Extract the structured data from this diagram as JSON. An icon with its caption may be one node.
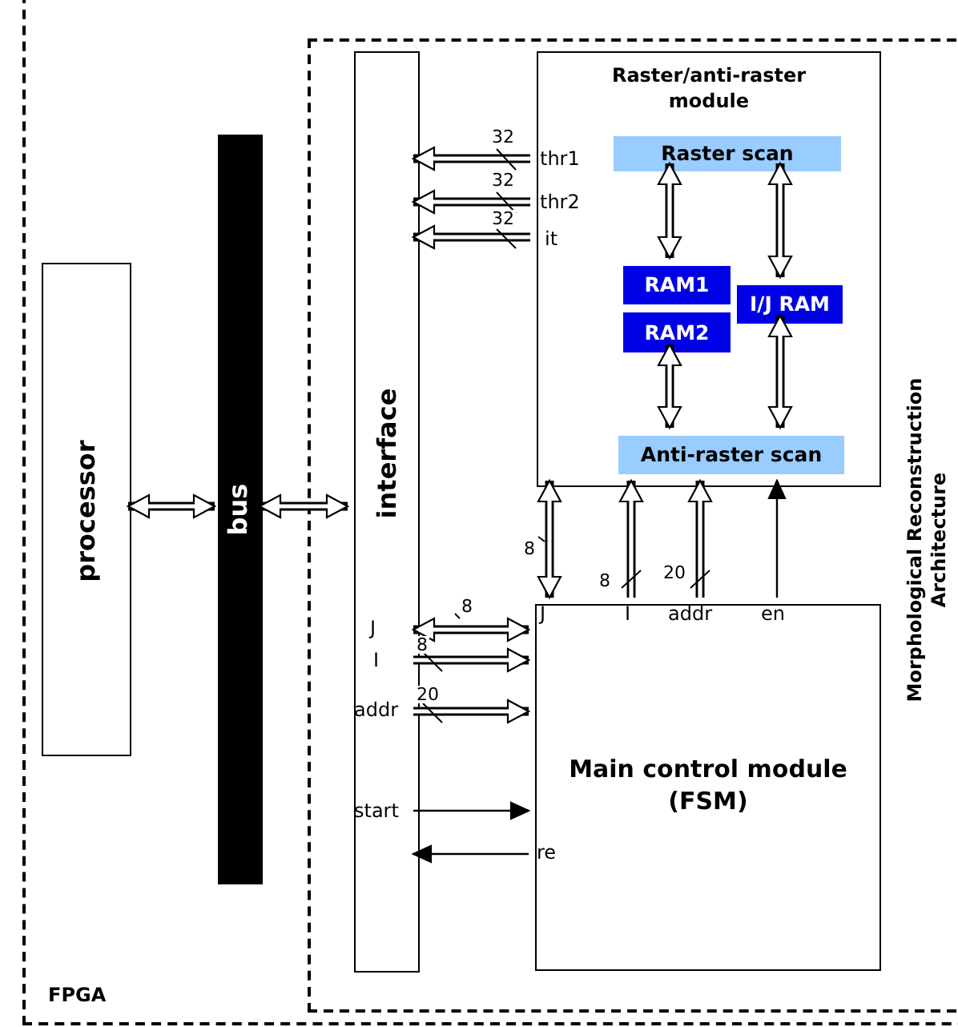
{
  "diagram": {
    "nodes": [
      {
        "text": [
          "FPGA"
        ]
      },
      {
        "text": [
          "Morphological Reconstruction Architecture"
        ],
        "in": 0
      },
      {
        "text": [
          "processor"
        ],
        "in": 0
      },
      {
        "text": [
          "bus"
        ],
        "in": 0
      },
      {
        "text": [
          "interface"
        ],
        "in": 1
      },
      {
        "text": [
          "Raster/anti-raster module"
        ],
        "in": 1
      },
      {
        "text": [
          "Raster scan"
        ],
        "in": 5
      },
      {
        "text": [
          "RAM1"
        ],
        "in": 5
      },
      {
        "text": [
          "RAM2"
        ],
        "in": 5
      },
      {
        "text": [
          "I/J RAM"
        ],
        "in": 5
      },
      {
        "text": [
          "Anti-raster scan"
        ],
        "in": 5
      },
      {
        "text": [
          "Main control module (FSM)"
        ],
        "in": 1
      }
    ],
    "edges": [
      {
        "from": 2,
        "to": 3,
        "arrow": "both"
      },
      {
        "from": 3,
        "to": 4,
        "arrow": "both"
      },
      {
        "from": 5,
        "to": 4,
        "arrow": "to",
        "label": "32"
      },
      {
        "from": 5,
        "to": 4,
        "arrow": "to",
        "label": "32"
      },
      {
        "from": 5,
        "to": 4,
        "arrow": "to",
        "label": "32"
      },
      {
        "from": 6,
        "to": 7,
        "arrow": "both"
      },
      {
        "from": 6,
        "to": 9,
        "arrow": "both"
      },
      {
        "from": 8,
        "to": 10,
        "arrow": "both"
      },
      {
        "from": 9,
        "to": 10,
        "arrow": "both"
      },
      {
        "from": 11,
        "to": 5,
        "arrow": "both",
        "label": "8"
      },
      {
        "from": 11,
        "to": 5,
        "arrow": "to",
        "label": "8"
      },
      {
        "from": 11,
        "to": 5,
        "arrow": "to",
        "label": "20"
      },
      {
        "from": 11,
        "to": 5,
        "arrow": "to"
      },
      {
        "from": 4,
        "to": 11,
        "arrow": "both",
        "label": "8"
      },
      {
        "from": 4,
        "to": 11,
        "arrow": "to",
        "label": "8"
      },
      {
        "from": 4,
        "to": 11,
        "arrow": "to",
        "label": "20"
      },
      {
        "from": 4,
        "to": 11,
        "arrow": "to"
      },
      {
        "from": 11,
        "to": 4,
        "arrow": "to"
      }
    ],
    "labels": [
      "thr1",
      "thr2",
      "it",
      "J",
      "I",
      "addr",
      "en",
      "J",
      "I",
      "addr",
      "start",
      "re"
    ]
  }
}
